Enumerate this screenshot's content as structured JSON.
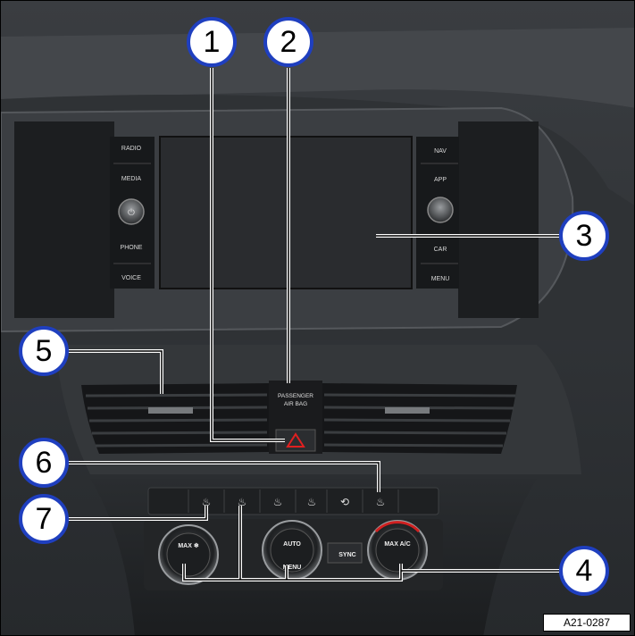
{
  "screen_buttons_left": [
    "RADIO",
    "MEDIA",
    "PHONE",
    "VOICE"
  ],
  "screen_buttons_right": [
    "NAV",
    "APP",
    "CAR",
    "MENU"
  ],
  "airbag_label": [
    "PASSENGER",
    "AIR BAG"
  ],
  "climate_knob_center_label": "AUTO",
  "climate_knob_center_sub": "MENU",
  "climate_knob_right_label": "MAX A/C",
  "sync_label": "SYNC",
  "callouts": [
    "1",
    "2",
    "3",
    "4",
    "5",
    "6",
    "7"
  ],
  "reference_code": "A21-0287"
}
